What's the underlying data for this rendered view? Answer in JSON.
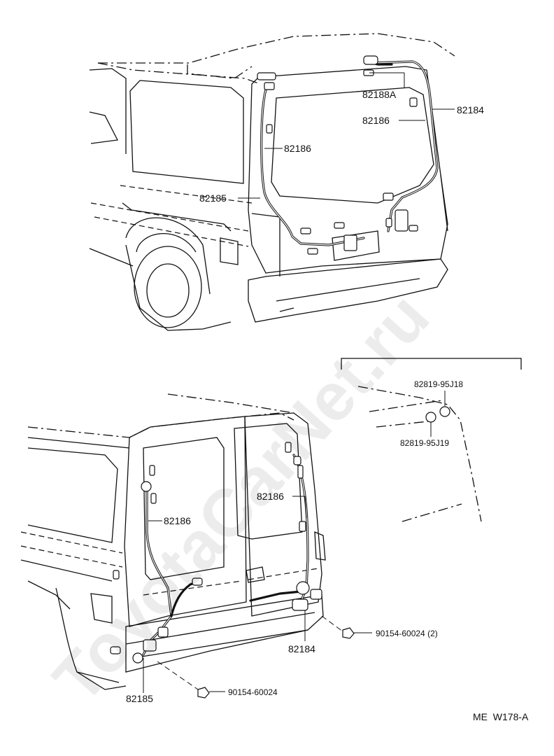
{
  "watermark": "ToyotaCarNet.ru",
  "diagram_code": "ME  W178-A",
  "upper_view": {
    "callouts": [
      "82188A",
      "82184",
      "82186",
      "82186",
      "82185"
    ]
  },
  "lower_left_view": {
    "callouts": [
      "82186",
      "82186",
      "82184",
      "82185",
      "90154-60024 (2)",
      "90154-60024"
    ]
  },
  "inset_view": {
    "callouts": [
      "82819-95J18",
      "82819-95J19"
    ]
  }
}
